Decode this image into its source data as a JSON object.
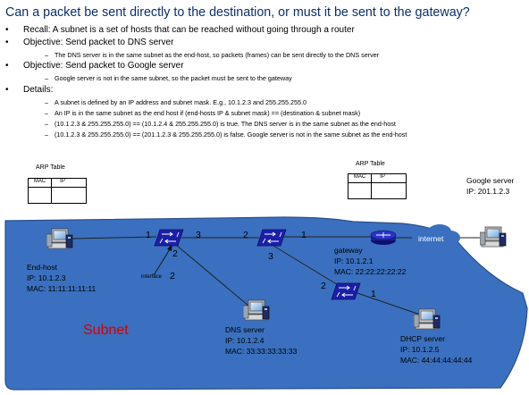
{
  "title": "Can a packet be sent directly to the destination, or must it be sent to the gateway?",
  "bullets": [
    {
      "text": "Recall: A subnet is a set of hosts that can be reached without going through a router",
      "subs": []
    },
    {
      "text": "Objective: Send packet to DNS server",
      "subs": [
        "The DNS server is in the same subnet as the end-host, so packets (frames) can be sent directly to the DNS server"
      ]
    },
    {
      "text": "Objective: Send packet to Google server",
      "subs": [
        "Google server is not in the same subnet, so the packet must be sent to the gateway"
      ]
    },
    {
      "text": "Details:",
      "subs": [
        "A subnet is defined by an IP address and subnet mask. E.g., 10.1.2.3 and 255.255.255.0",
        "An IP is in the same subnet as the end host if (end-hosts IP & subnet mask) == (destination & subnet mask)",
        "(10.1.2.3 & 255.255.255.0) == (10.1.2.4 & 255.255.255.0) is true. The DNS server is in the same subnet as the end-host",
        "(10.1.2.3 & 255.255.255.0) == (201.1.2.3 & 255.255.255.0) is false. Google server is not in the same subnet as the end-host"
      ]
    }
  ],
  "bullet_glyph": "•",
  "dash_glyph": "–",
  "arp_left": {
    "label": "ARP Table",
    "col_mac": "MAC",
    "col_ip": "IP"
  },
  "arp_right": {
    "label": "ARP Table",
    "col_mac": "MAC",
    "col_ip": "IP"
  },
  "google": {
    "name": "Google server",
    "ip": "IP: 201.1.2.3"
  },
  "endhost": {
    "name": "End-host",
    "ip": "IP: 10.1.2.3",
    "mac": "MAC: 11:11:11:11:11"
  },
  "dns": {
    "name": "DNS server",
    "ip": "IP: 10.1.2.4",
    "mac": "MAC: 33:33:33:33:33"
  },
  "gateway": {
    "name": "gateway",
    "ip": "IP: 10.1.2.1",
    "mac": "MAC: 22:22:22:22:22"
  },
  "dhcp": {
    "name": "DHCP server",
    "ip": "IP: 10.1.2.5",
    "mac": "MAC: 44:44:44:44:44"
  },
  "subnet_label": "Subnet",
  "internet_label": "internet",
  "interface_label": "interface",
  "ports": {
    "sw1_p1": "1",
    "sw1_p3": "3",
    "sw1_p2a": "2",
    "sw1_p2b": "2",
    "sw2_p2": "2",
    "sw2_p1": "1",
    "sw2_p3": "3",
    "sw3_p2": "2",
    "sw3_p1": "1"
  },
  "colors": {
    "title": "#0b2f6b",
    "subnet_fill": "#3a70bf",
    "subnet_stroke": "#2a4f8a",
    "switch": "#1b1fa8",
    "subnet_label": "#d40000",
    "cloud": "#3a70bf"
  }
}
